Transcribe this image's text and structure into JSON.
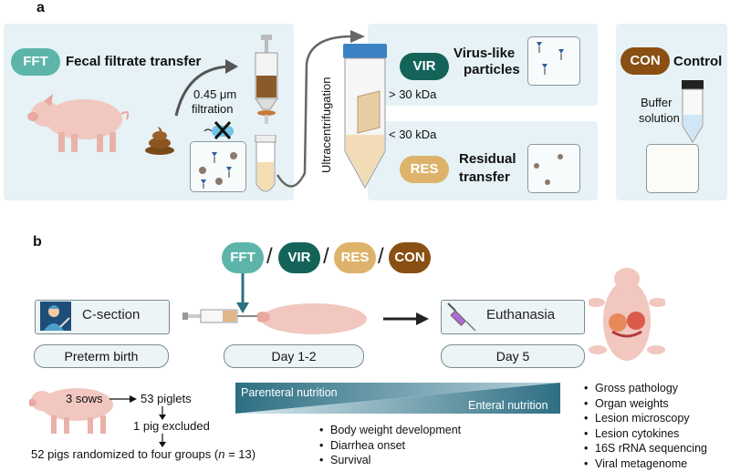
{
  "panel_a": {
    "label": "a",
    "fft_badge": "FFT",
    "fft_title": "Fecal filtrate transfer",
    "filtration_line1": "0.45 μm",
    "filtration_line2": "filtration",
    "ultracentrifugation": "Ultracentrifugation",
    "vir_badge": "VIR",
    "vir_title_line1": "Virus-like",
    "vir_title_line2": "particles",
    "gt30": "> 30 kDa",
    "lt30": "< 30 kDa",
    "res_badge": "RES",
    "res_title_line1": "Residual",
    "res_title_line2": "transfer",
    "con_badge": "CON",
    "con_title": "Control",
    "buffer_line1": "Buffer",
    "buffer_line2": "solution"
  },
  "panel_b": {
    "label": "b",
    "groups": [
      "FFT",
      "VIR",
      "RES",
      "CON"
    ],
    "separator": "/",
    "csection": "C-section",
    "euthanasia": "Euthanasia",
    "timeline": [
      "Preterm birth",
      "Day 1-2",
      "Day 5"
    ],
    "sows": "3 sows",
    "piglets": "53 piglets",
    "excluded": "1 pig excluded",
    "randomized_pre": "52 pigs randomized to four groups (",
    "randomized_n": "n",
    "randomized_post": " = 13)",
    "parenteral": "Parenteral nutrition",
    "enteral": "Enteral nutrition",
    "outcomes_mid": [
      "Body weight development",
      "Diarrhea onset",
      "Survival"
    ],
    "outcomes_right": [
      "Gross pathology",
      "Organ weights",
      "Lesion microscopy",
      "Lesion cytokines",
      "16S rRNA sequencing",
      "Viral metagenome"
    ]
  },
  "colors": {
    "fft": "#5db5aa",
    "vir": "#136359",
    "res": "#ddb36b",
    "con": "#8a4f12",
    "box_bg": "#e6f2f5",
    "gradient_dark": "#2e6f83",
    "pig": "#f1c7bf"
  }
}
